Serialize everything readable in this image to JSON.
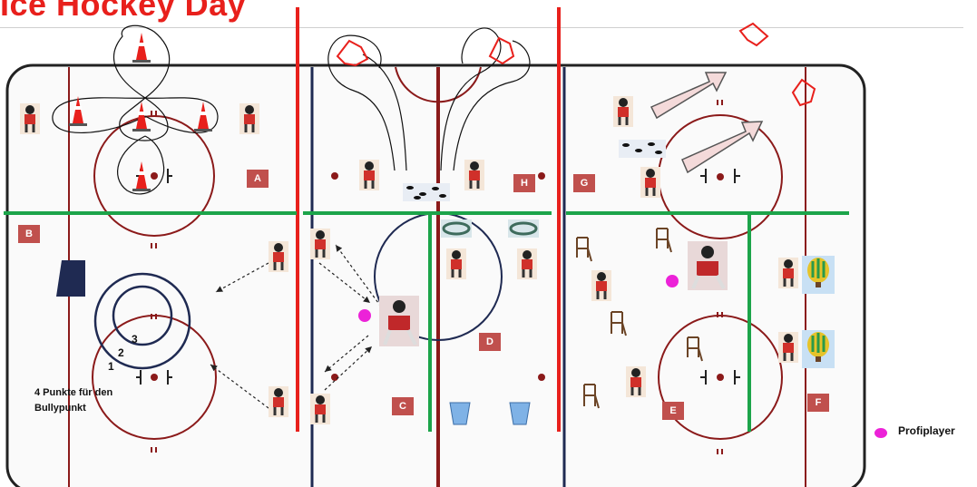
{
  "title": "Ice Hockey Day",
  "zones": [
    {
      "id": "A",
      "label": "A"
    },
    {
      "id": "B",
      "label": "B"
    },
    {
      "id": "C",
      "label": "C"
    },
    {
      "id": "D",
      "label": "D"
    },
    {
      "id": "E",
      "label": "E"
    },
    {
      "id": "F",
      "label": "F"
    },
    {
      "id": "G",
      "label": "G"
    },
    {
      "id": "H",
      "label": "H"
    }
  ],
  "target_numbers": [
    "1",
    "2",
    "3"
  ],
  "target_note_line1": "4 Punkte für den",
  "target_note_line2": "Bullypunkt",
  "legend": {
    "label": "Profiplayer",
    "color": "#ec22d8"
  },
  "colors": {
    "rink_border": "#222222",
    "rink_lines": "#8b1a1a",
    "blue_lines": "#1f2a52",
    "zone_dividers_red": "#e8201c",
    "zone_dividers_green": "#1ca44a",
    "zone_label_bg": "#c0504d",
    "title": "#e8201c"
  }
}
